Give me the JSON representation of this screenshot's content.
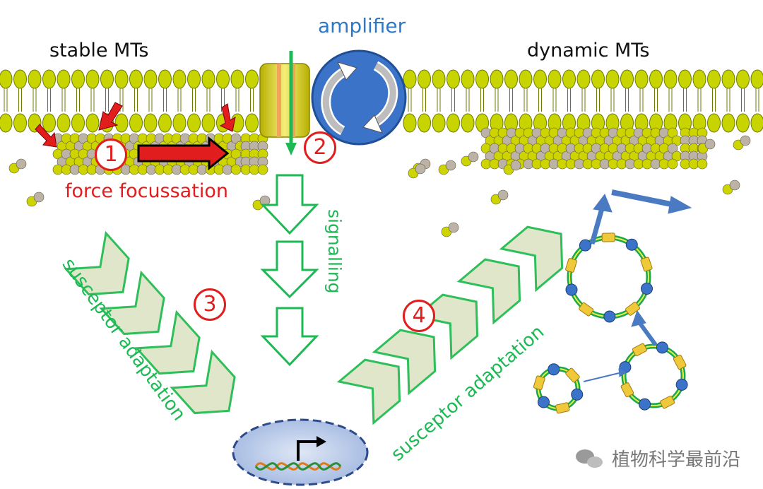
{
  "labels": {
    "stable": "stable MTs",
    "dynamic": "dynamic MTs",
    "amplifier": "amplifier",
    "force": "force focussation",
    "signalling": "signalling",
    "susceptor_left": "susceptor adaptation",
    "susceptor_right": "susceptor adaptation",
    "watermark": "植物科学最前沿"
  },
  "markers": {
    "m1": "1",
    "m2": "2",
    "m3": "3",
    "m4": "4"
  },
  "colors": {
    "membrane": "#c8d400",
    "membrane_dark": "#6f7a00",
    "amplifier_blue": "#3a73c7",
    "arrow_red": "#e11d1d",
    "signal_green": "#1db954",
    "chevron_fill": "#dfe6c9",
    "chevron_stroke": "#2fbf5a",
    "vesicle_green": "#1aa84b",
    "flow_blue": "#4a7ac2",
    "tubulin_gray": "#bcb2a6",
    "tubulin_yellow": "#cdd400"
  }
}
